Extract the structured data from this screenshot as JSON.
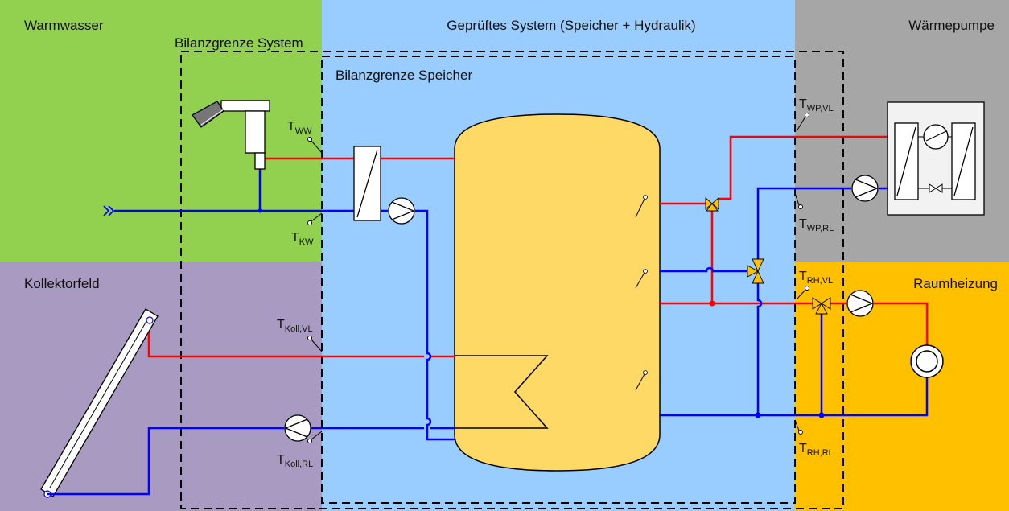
{
  "zones": {
    "warmwasser": "Warmwasser",
    "system": "Geprüftes System (Speicher + Hydraulik)",
    "waermepumpe": "Wärmepumpe",
    "kollektorfeld": "Kollektorfeld",
    "raumheizung": "Raumheizung"
  },
  "boundaries": {
    "system": "Bilanzgrenze System",
    "speicher": "Bilanzgrenze Speicher"
  },
  "sensors": {
    "ww": {
      "main": "T",
      "sub": "WW"
    },
    "kw": {
      "main": "T",
      "sub": "KW"
    },
    "koll_vl": {
      "main": "T",
      "sub": "Koll,VL"
    },
    "koll_rl": {
      "main": "T",
      "sub": "Koll,RL"
    },
    "wp_vl": {
      "main": "T",
      "sub": "WP,VL"
    },
    "wp_rl": {
      "main": "T",
      "sub": "WP,RL"
    },
    "rh_vl": {
      "main": "T",
      "sub": "RH,VL"
    },
    "rh_rl": {
      "main": "T",
      "sub": "RH,RL"
    }
  },
  "colors": {
    "warmwasser_zone": "#92d050",
    "system_zone": "#99ccff",
    "waermepumpe_zone": "#a6a6a6",
    "kollektorfeld_zone": "#a89ac0",
    "raumheizung_zone": "#ffc000",
    "tank": "#ffd966",
    "hot_pipe": "#ff0000",
    "cold_pipe": "#0000ff"
  }
}
